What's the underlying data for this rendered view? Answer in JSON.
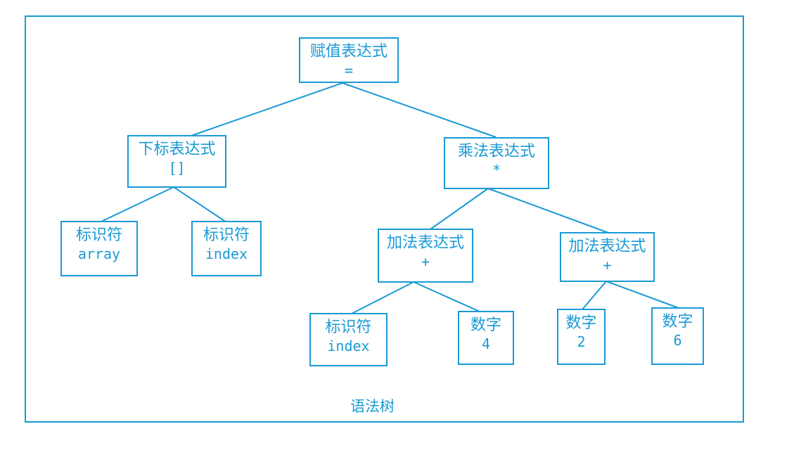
{
  "diagram": {
    "caption": "语法树",
    "nodes": {
      "root": {
        "label": "赋值表达式",
        "symbol": "="
      },
      "subscript": {
        "label": "下标表达式",
        "symbol": "[]"
      },
      "multiply": {
        "label": "乘法表达式",
        "symbol": "*"
      },
      "ident_array": {
        "label": "标识符",
        "symbol": "array"
      },
      "ident_index1": {
        "label": "标识符",
        "symbol": "index"
      },
      "add1": {
        "label": "加法表达式",
        "symbol": "+"
      },
      "add2": {
        "label": "加法表达式",
        "symbol": "+"
      },
      "ident_index2": {
        "label": "标识符",
        "symbol": "index"
      },
      "num4": {
        "label": "数字",
        "symbol": "4"
      },
      "num2": {
        "label": "数字",
        "symbol": "2"
      },
      "num6": {
        "label": "数字",
        "symbol": "6"
      }
    },
    "edges": [
      [
        "root",
        "subscript"
      ],
      [
        "root",
        "multiply"
      ],
      [
        "subscript",
        "ident_array"
      ],
      [
        "subscript",
        "ident_index1"
      ],
      [
        "multiply",
        "add1"
      ],
      [
        "multiply",
        "add2"
      ],
      [
        "add1",
        "ident_index2"
      ],
      [
        "add1",
        "num4"
      ],
      [
        "add2",
        "num2"
      ],
      [
        "add2",
        "num6"
      ]
    ],
    "color": "#1a9ad6"
  }
}
